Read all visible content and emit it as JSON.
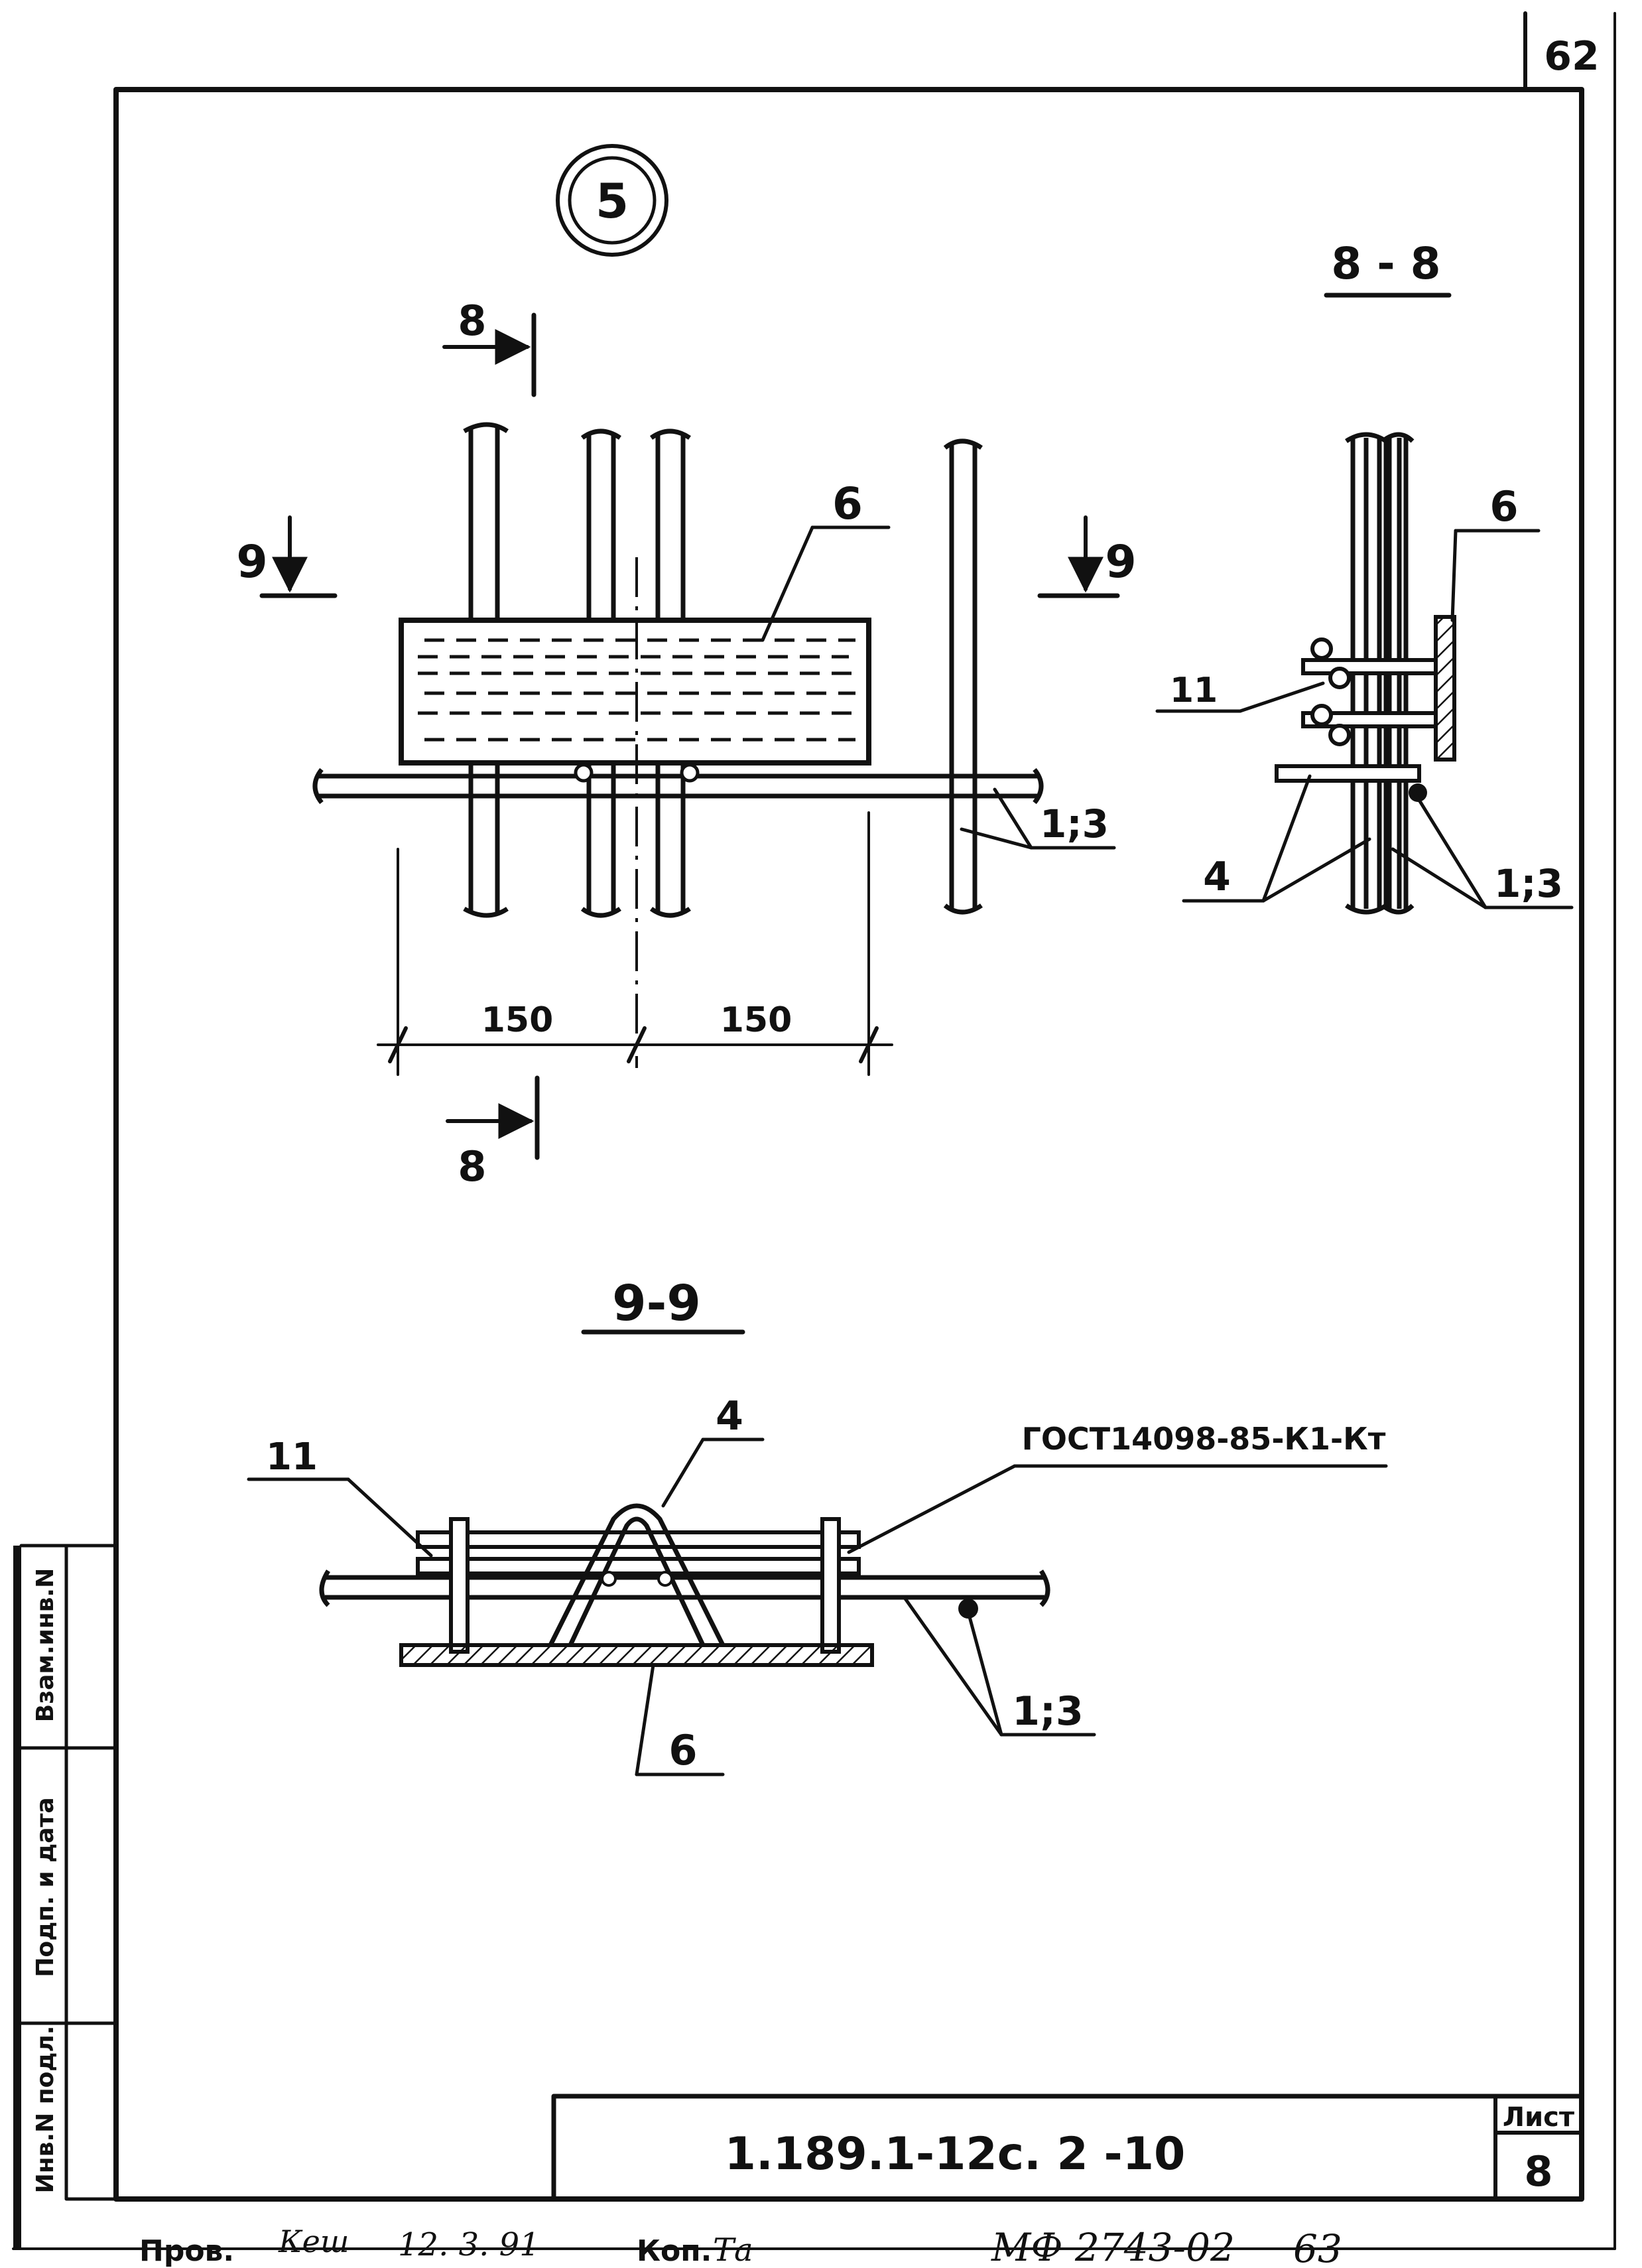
{
  "sheet": {
    "page_number": "62",
    "detail_marker": "5",
    "document_code": "1.189.1-12с. 2 -10",
    "sheet_label": "Лист",
    "sheet_number": "8"
  },
  "plan_view": {
    "section_8_mark_top": "8",
    "section_8_mark_bottom": "8",
    "section_9_mark_left": "9",
    "section_9_mark_right": "9",
    "callout_plate": "6",
    "callout_rebars": "1;3",
    "dim_left": "150",
    "dim_right": "150"
  },
  "section_8_8": {
    "title": "8 - 8",
    "callout_plate": "6",
    "callout_11": "11",
    "callout_4": "4",
    "callout_rebars": "1;3"
  },
  "section_9_9": {
    "title": "9-9",
    "callout_4": "4",
    "callout_11": "11",
    "callout_standard": "ГОСТ14098-85-К1-Кт",
    "callout_rebars": "1;3",
    "callout_plate": "6"
  },
  "side_stamp": {
    "cell_1": "Взам.инв.N",
    "cell_2": "Подп. и дата",
    "cell_3": "Инв.N подл."
  },
  "footer": {
    "prov_label": "Пров.",
    "prov_signature": "Кеш",
    "date": "12. 3. 91",
    "kop_label": "Коп.",
    "kop_signature": "Та",
    "archive_number": "МФ 2743-02",
    "archive_sheet": "63"
  }
}
